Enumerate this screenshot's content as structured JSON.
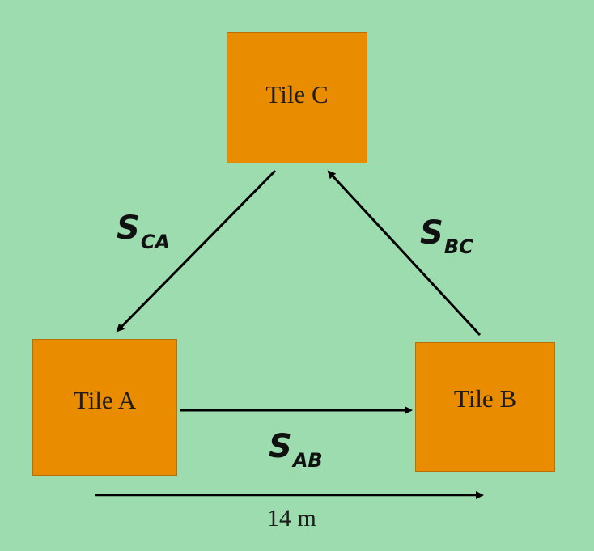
{
  "tiles": {
    "c": "Tile C",
    "a": "Tile A",
    "b": "Tile B"
  },
  "edges": {
    "ca": {
      "symbol": "S",
      "subscript": "CA"
    },
    "bc": {
      "symbol": "S",
      "subscript": "BC"
    },
    "ab": {
      "symbol": "S",
      "subscript": "AB"
    }
  },
  "dimension": "14 m",
  "colors": {
    "background": "#9ddcae",
    "tile_fill": "#ea8c00",
    "arrow": "#000000"
  }
}
